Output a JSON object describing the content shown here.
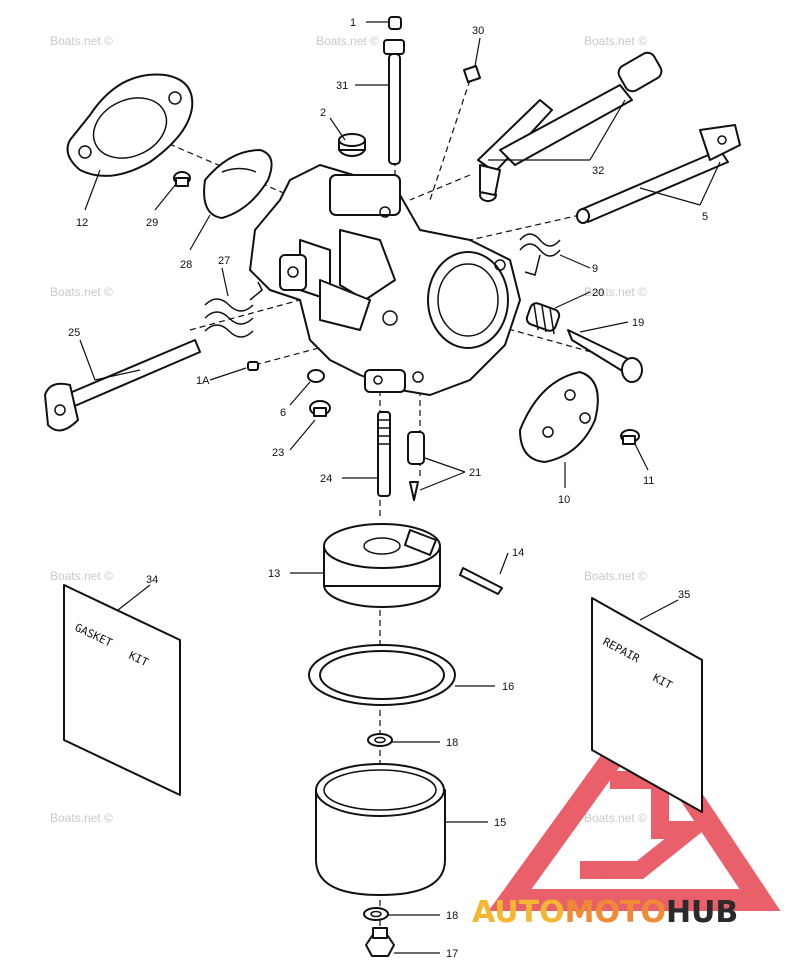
{
  "watermark": "Boats.net ©",
  "callouts": {
    "p1": "1",
    "p30": "30",
    "p31": "31",
    "p2": "2",
    "p32": "32",
    "p5": "5",
    "p12": "12",
    "p29": "29",
    "p28": "28",
    "p27": "27",
    "p9": "9",
    "p20": "20",
    "p19": "19",
    "p25": "25",
    "p1a": "1A",
    "p6": "6",
    "p23": "23",
    "p11": "11",
    "p10": "10",
    "p24": "24",
    "p21": "21",
    "p13": "13",
    "p14": "14",
    "p34": "34",
    "p35": "35",
    "p16": "16",
    "p18a": "18",
    "p15": "15",
    "p18b": "18",
    "p17": "17"
  },
  "kits": {
    "gasket_kit_line1": "GASKET",
    "gasket_kit_line2": "KIT",
    "repair_kit_line1": "REPAIR",
    "repair_kit_line2": "KIT"
  },
  "brand": {
    "part1": "AUTO",
    "part2": "MOTO",
    "part3": "HUB",
    "color_auto": "#f5b731",
    "color_moto": "#f08a35",
    "color_hub": "#2b2b2b",
    "logo_color": "#e63946"
  }
}
